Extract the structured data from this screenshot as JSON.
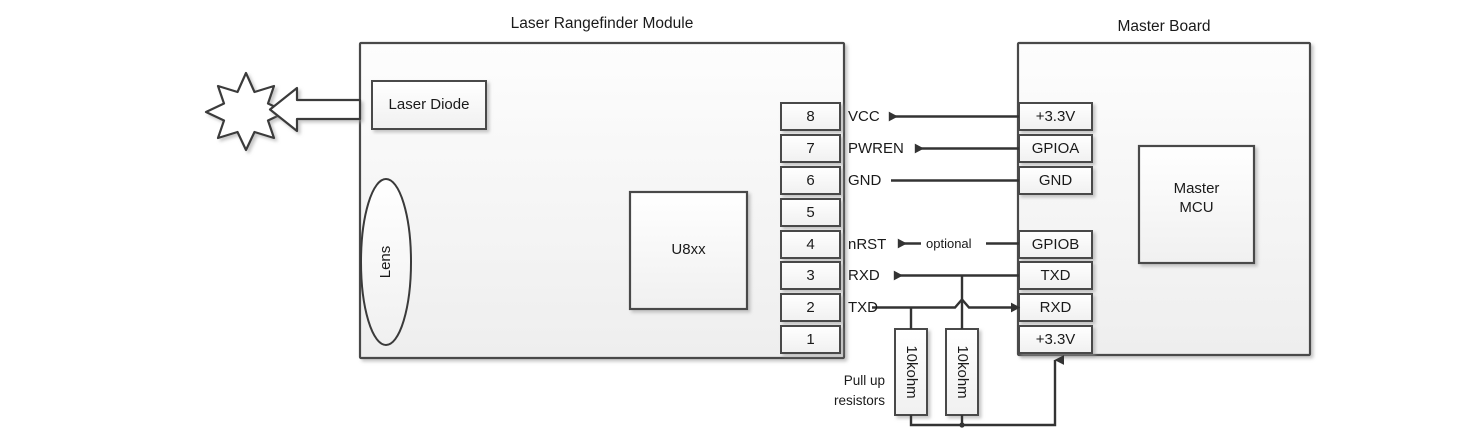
{
  "diagram": {
    "titles": {
      "module": "Laser Rangefinder Module",
      "master": "Master Board"
    },
    "module_blocks": {
      "laser_diode": "Laser Diode",
      "lens": "Lens",
      "chip": "U8xx"
    },
    "master_blocks": {
      "mcu_line1": "Master",
      "mcu_line2": "MCU"
    },
    "pins": [
      {
        "number": "8",
        "signal": "VCC",
        "connector": "+3.3V",
        "link": "arrow-left"
      },
      {
        "number": "7",
        "signal": "PWREN",
        "connector": "GPIOA",
        "link": "arrow-left"
      },
      {
        "number": "6",
        "signal": "GND",
        "connector": "GND",
        "link": "line"
      },
      {
        "number": "5",
        "signal": "",
        "connector": "",
        "link": "none"
      },
      {
        "number": "4",
        "signal": "nRST",
        "connector": "GPIOB",
        "link": "arrow-left-optional"
      },
      {
        "number": "3",
        "signal": "RXD",
        "connector": "TXD",
        "link": "arrow-left"
      },
      {
        "number": "2",
        "signal": "TXD",
        "connector": "RXD",
        "link": "arrow-right"
      },
      {
        "number": "1",
        "signal": "",
        "connector": "+3.3V",
        "link": "none"
      }
    ],
    "annotations": {
      "optional": "optional",
      "pullup_line1": "Pull up",
      "pullup_line2": "resistors"
    },
    "resistors": [
      {
        "value": "10kohm"
      },
      {
        "value": "10kohm"
      }
    ],
    "icons": {
      "laser_beam": "star-burst-icon",
      "beam_arrow": "block-arrow-left-icon"
    },
    "colors": {
      "stroke": "#404040",
      "fill_light": "#fbfbfb",
      "fill_panel": "#f2f2f2",
      "text": "#1a1a1a"
    }
  }
}
